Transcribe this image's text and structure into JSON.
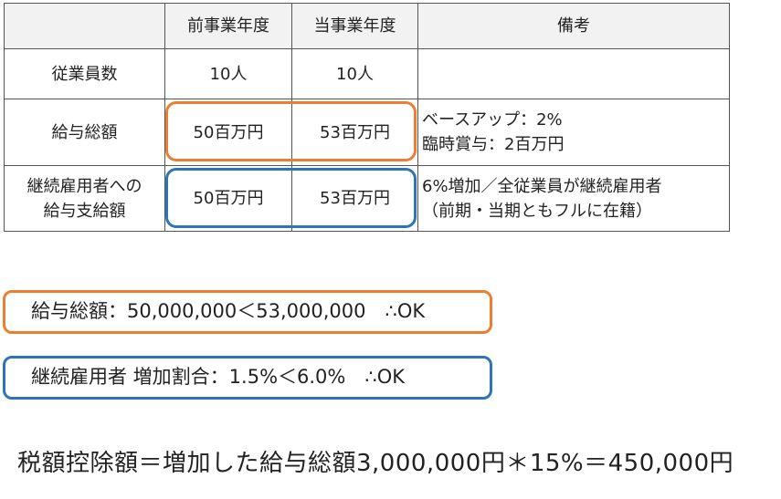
{
  "colors": {
    "orange": "#ed7d31",
    "blue": "#2e75b6",
    "header_bg": "#f2f2f2"
  },
  "table": {
    "headers": [
      "",
      "前事業年度",
      "当事業年度",
      "備考"
    ],
    "rows": [
      {
        "label": [
          "従業員数"
        ],
        "prev": "10人",
        "curr": "10人",
        "note": []
      },
      {
        "label": [
          "給与総額"
        ],
        "prev": "50百万円",
        "curr": "53百万円",
        "note": [
          "ベースアップ：2%",
          "臨時賞与：2百万円"
        ]
      },
      {
        "label": [
          "継続雇用者への",
          "給与支給額"
        ],
        "prev": "50百万円",
        "curr": "53百万円",
        "note": [
          "6%増加／全従業員が継続雇用者",
          "（前期・当期ともフルに在籍）"
        ]
      }
    ]
  },
  "boxes": {
    "total_salary": "給与総額：50,000,000＜53,000,000　∴OK",
    "continuing": "継続雇用者 増加割合：1.5%＜6.0%　∴OK"
  },
  "formula": "税額控除額＝増加した給与総額3,000,000円＊15%＝450,000円"
}
